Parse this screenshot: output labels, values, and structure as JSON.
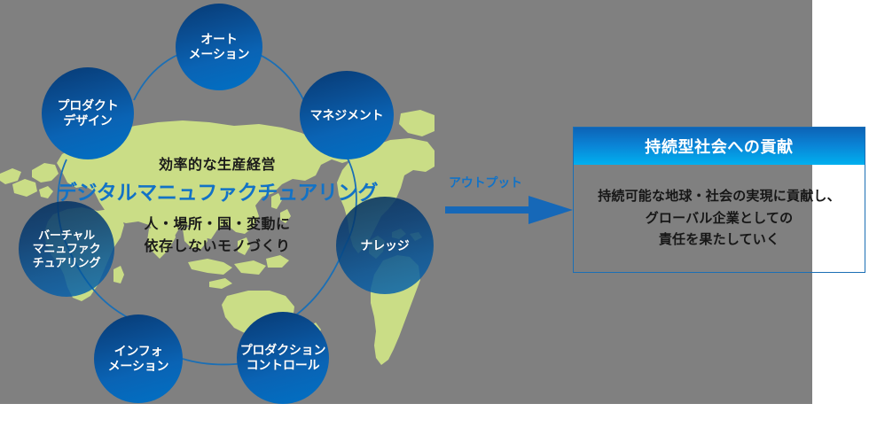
{
  "canvas": {
    "background_color": "#808080",
    "page_background": "#ffffff"
  },
  "map": {
    "land_color": "#cadd86",
    "ocean_color": "#808080",
    "name": "world-map"
  },
  "diagram": {
    "ring_color": "#1b6fb5",
    "node_gradient_from": "#073a74",
    "node_gradient_to": "#0071c5",
    "nodes": [
      {
        "id": "automation",
        "label": "オート\nメーション",
        "lines": [
          "オート",
          "メーション"
        ]
      },
      {
        "id": "product-design",
        "label": "プロダクト\nデザイン",
        "lines": [
          "プロダクト",
          "デザイン"
        ]
      },
      {
        "id": "management",
        "label": "マネジメント",
        "lines": [
          "マネジメント"
        ]
      },
      {
        "id": "virtual-manufacturing",
        "label": "バーチャル\nマニュファク\nチュアリング",
        "lines": [
          "バーチャル",
          "マニュファク",
          "チュアリング"
        ]
      },
      {
        "id": "knowledge",
        "label": "ナレッジ",
        "lines": [
          "ナレッジ"
        ]
      },
      {
        "id": "information",
        "label": "インフォ\nメーション",
        "lines": [
          "インフォ",
          "メーション"
        ]
      },
      {
        "id": "production-control",
        "label": "プロダクション\nコントロール",
        "lines": [
          "プロダクション",
          "コントロール"
        ]
      }
    ]
  },
  "center": {
    "subtitle_top": "効率的な生産経営",
    "title": "デジタルマニュファクチュアリング",
    "title_color": "#1272c6",
    "subtitle_bottom_line1": "人・場所・国・変動に",
    "subtitle_bottom_line2": "依存しないモノづくり"
  },
  "arrow": {
    "label": "アウトプット",
    "color": "#1272c6"
  },
  "panel": {
    "header_title": "持続型社会への貢献",
    "header_gradient_from": "#0d63b6",
    "header_gradient_to": "#00b0ef",
    "border_color": "#1b6fb5",
    "body_lines": [
      "持続可能な地球・社会の実現に貢献し、",
      "グローバル企業としての",
      "責任を果たしていく"
    ]
  }
}
